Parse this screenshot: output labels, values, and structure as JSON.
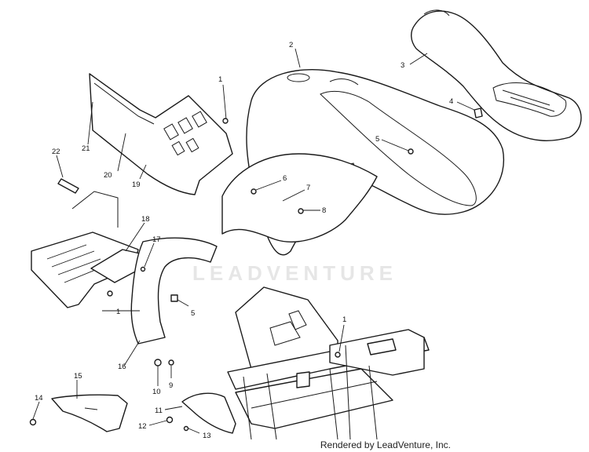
{
  "watermark": "LEADVENTURE",
  "credit": "Rendered by LeadVenture, Inc.",
  "callouts": {
    "c1a": "1",
    "c1b": "1",
    "c1c": "1",
    "c2": "2",
    "c3": "3",
    "c4": "4",
    "c5a": "5",
    "c5b": "5",
    "c6": "6",
    "c7": "7",
    "c8": "8",
    "c9": "9",
    "c10": "10",
    "c11": "11",
    "c12": "12",
    "c13": "13",
    "c14": "14",
    "c15": "15",
    "c16": "16",
    "c17": "17",
    "c18": "18",
    "c19": "19",
    "c20": "20",
    "c21": "21",
    "c22": "22"
  }
}
